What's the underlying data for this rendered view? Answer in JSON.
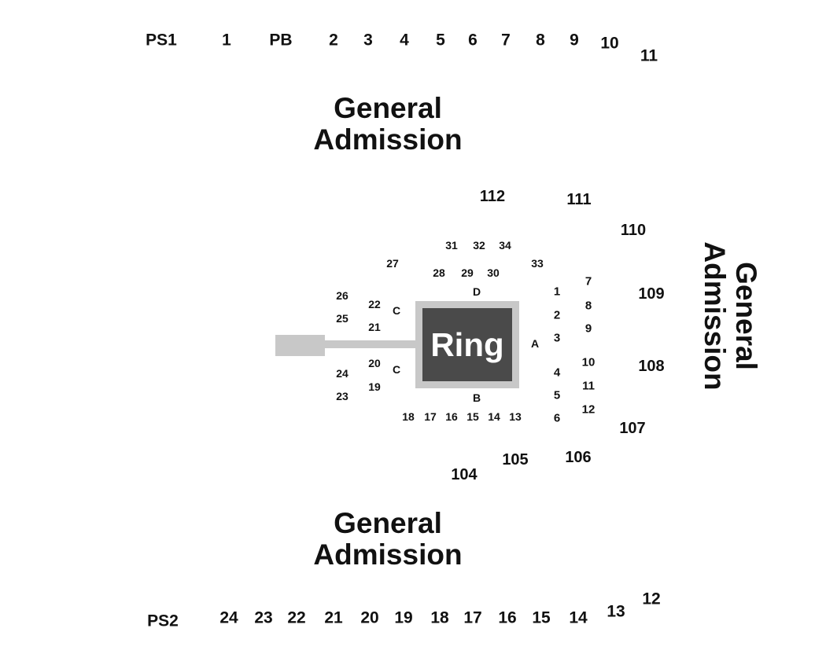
{
  "general_admission": [
    {
      "line1": "General",
      "line2": "Admission"
    },
    {
      "line1": "General",
      "line2": "Admission"
    },
    {
      "line1": "General",
      "line2": "Admission"
    }
  ],
  "top_sections": [
    "PS1",
    "1",
    "PB",
    "2",
    "3",
    "4",
    "5",
    "6",
    "7",
    "8",
    "9",
    "10",
    "11"
  ],
  "bottom_sections": [
    "PS2",
    "24",
    "23",
    "22",
    "21",
    "20",
    "19",
    "18",
    "17",
    "16",
    "15",
    "14",
    "13",
    "12"
  ],
  "level100": [
    "112",
    "111",
    "110",
    "109",
    "108",
    "107",
    "106",
    "105",
    "104"
  ],
  "floor_side_a_inner": [
    "1",
    "2",
    "3",
    "4",
    "5",
    "6"
  ],
  "floor_side_a_outer": [
    "7",
    "8",
    "9",
    "10",
    "11",
    "12"
  ],
  "floor_side_b": [
    "18",
    "17",
    "16",
    "15",
    "14",
    "13"
  ],
  "floor_side_c_inner": [
    "22",
    "21",
    "20",
    "19"
  ],
  "floor_side_c_outer": [
    "26",
    "25",
    "24",
    "23"
  ],
  "floor_side_d_inner": [
    "28",
    "29",
    "30"
  ],
  "floor_side_d_outer": [
    "31",
    "32",
    "34"
  ],
  "floor_corners": [
    "27",
    "33"
  ],
  "ring_sides": [
    "A",
    "B",
    "C",
    "C",
    "D"
  ],
  "ring": {
    "label": "Ring"
  },
  "colors": {
    "ring_fill": "#4a4a4a",
    "ring_border": "#c8c8c8",
    "walkway": "#c8c8c8",
    "text": "#111111"
  }
}
